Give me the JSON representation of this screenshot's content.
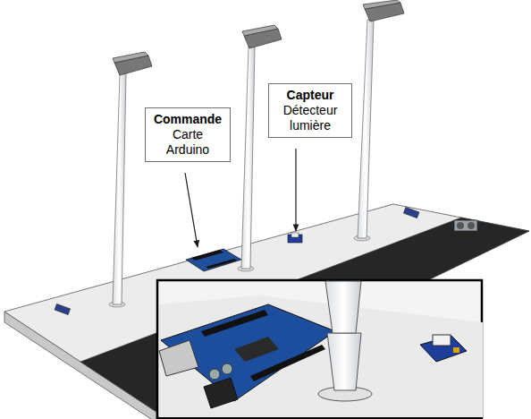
{
  "diagram": {
    "nodes": [
      {
        "text": [
          "Commande",
          "Carte Arduino"
        ]
      },
      {
        "text": [
          "Capteur",
          "Détecteur lumière"
        ]
      }
    ]
  }
}
